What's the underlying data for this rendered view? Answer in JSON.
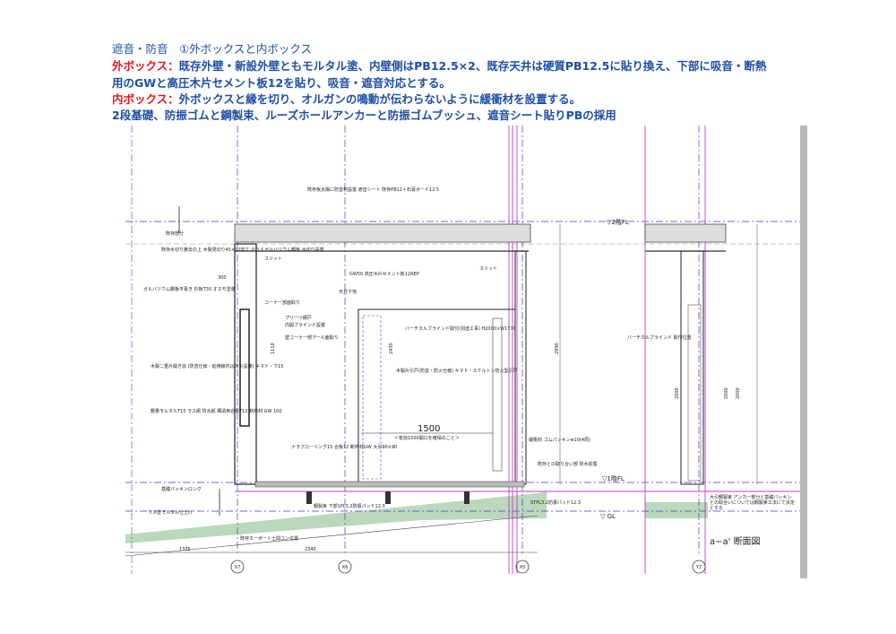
{
  "header": {
    "title": "遮音・防音　①外ボックスと内ボックス",
    "outer_label": "外ボックス：",
    "outer_text_1": "既存外壁・新設外壁ともモルタル塗、内壁側はPB12.5×2、既存天井は硬質PB12.5に貼り換え、下部に吸音・断熱",
    "outer_text_2": "用のGWと高圧木片セメント板12を貼り、吸音・遮音対応とする。",
    "inner_label": "内ボックス：",
    "inner_text": "外ボックスと縁を切り、オルガンの鳴動が伝わらないように緩衝材を設置する。",
    "foundation_text": "2段基礎、防振ゴムと鋼製束、ルーズホールアンカーと防振ゴムブッシュ、遮音シート貼りPBの採用"
  },
  "drawing": {
    "section_title": "a−a' 断面図",
    "levels": {
      "fl2": "▽2階FL",
      "fl1": "▽1階FL",
      "gl": "▽ GL"
    },
    "grid": [
      "X7",
      "X6",
      "X5",
      "Y2"
    ],
    "dims": {
      "d1335": "1335",
      "d2340": "2340",
      "d1500": "1500",
      "d2990": "2990",
      "d2000a": "2000",
      "d2000b": "2000",
      "d2000c": "2000",
      "d2430": "2430",
      "d1110": "1110",
      "d300": "300"
    },
    "labels": {
      "existing": "既存部分",
      "ceiling_note": "既存板太陽に防音材設置 遮音シート 既存PB12＋石膏ボード12.5",
      "slit": "スリット",
      "slit2": "スリット",
      "cement_board": "GW50 高圧木片セメント板12AEP",
      "ceiling_frame": "天井下地",
      "corner": "コーナー部面取り",
      "pleats": "プリーツ網戸",
      "blind": "内開ブラインド設置",
      "corner2": "壁コーナー部アール面取り",
      "window": "木製二重片開き窓 (防音仕様・延焼線内は防火設備) キマド・ウ15",
      "vblind": "バーチカルブラインド取付(別途工事) H2000×W1770",
      "door": "木製片引戸(防音・防火仕様) キマド・スケルトン防火型引戸",
      "opening": "＜有効1500開口を確保のこと＞",
      "cushion": "緩衝材 ゴムパッキンw10(4周)",
      "joint": "既存との取り合い部 防水処理",
      "vblind2": "バーチカルブラインド 取付位置",
      "flooring": "ナラフローリング15 合板12 断熱材GW 大引90×90",
      "packing": "基礎パッキンロング",
      "mortar": "ウス塗モルタル仕上げ",
      "steel": "鋼製束 下部1PL3.2防振パッド12.3",
      "pad": "STPL3.2防振パッド12.3",
      "carport": "既存カーポート土間コン位置",
      "anchor": "大引鋼製束 アンカー部分と基礎パッキンとの取合いについては鋼製束工法にて決定とする",
      "wall_spec": "軽量モルタルT15 ラス網 防水紙 構造用合板T12 断熱材 GW 100",
      "galva": "ガルバリウム鋼板平葺き 杉板T30 オスモ塗装",
      "flash": "既存水切り撤去の上 木製見切り45×30加工 のうえガルバリウム鋼板 水切り設置"
    }
  },
  "colors": {
    "blue_text": "#1e4ea6",
    "red_text": "#e8141c",
    "grid_blue": "#3a3adb",
    "magenta": "#c03cc8",
    "ground": "#a9cfa9"
  }
}
